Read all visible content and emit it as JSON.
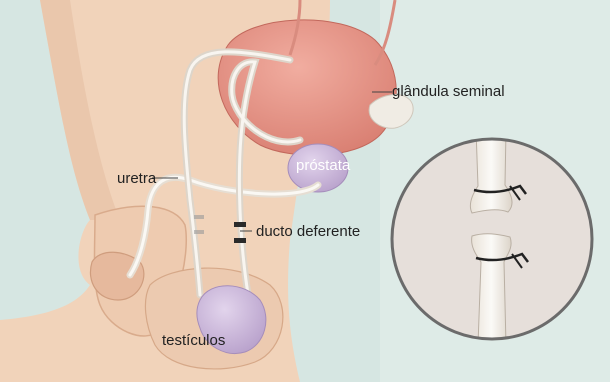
{
  "labels": {
    "seminal_gland": "glândula seminal",
    "prostate": "próstata",
    "urethra": "uretra",
    "vas_deferens": "ducto deferente",
    "testicles": "testículos"
  },
  "colors": {
    "background": "#d6e6e2",
    "skin": "#f1d3ba",
    "bladder": "#e49385",
    "prostate": "#c9b6d8",
    "testicle": "#cdb8dd",
    "duct": "#f2eee7",
    "inset_background": "#dfd6d0",
    "inset_border": "#6b6b6b",
    "suture": "#222222"
  }
}
